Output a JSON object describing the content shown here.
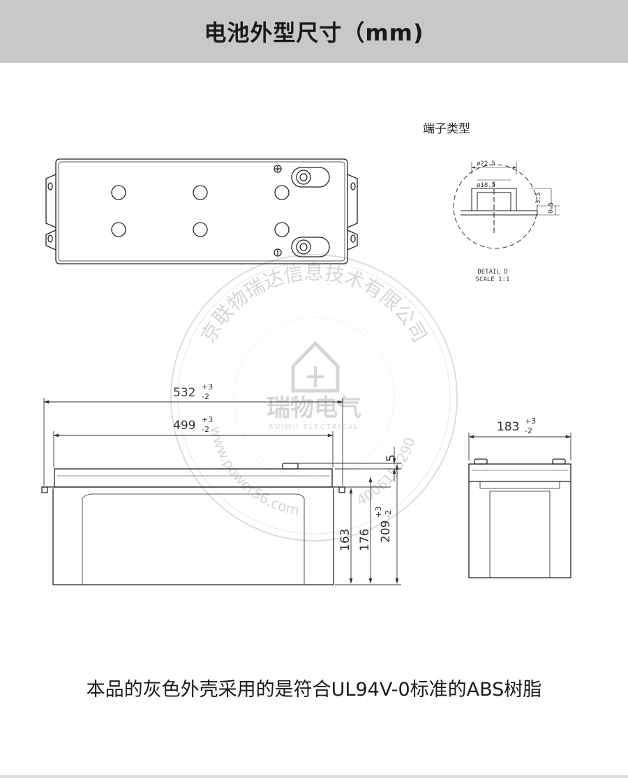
{
  "header": {
    "title": "电池外型尺寸（mm)"
  },
  "terminal": {
    "title": "端子类型",
    "outer_diameter": "ø22.5",
    "inner_diameter": "ø18.5",
    "height": "3.5",
    "small": "0.5",
    "detail_label": "DETAIL D",
    "scale_label": "SCALE 1:1"
  },
  "dimensions": {
    "overall_length": "532",
    "overall_length_tol_plus": "+3",
    "overall_length_tol_minus": "-2",
    "body_length": "499",
    "body_length_tol_plus": "+3",
    "body_length_tol_minus": "-2",
    "width": "183",
    "width_tol_plus": "+3",
    "width_tol_minus": "-2",
    "lid_height": "5",
    "container_height": "163",
    "body_height": "176",
    "total_height": "209",
    "total_height_tol_plus": "+3",
    "total_height_tol_minus": "-2"
  },
  "watermark": {
    "company": "京联物瑞达信息技术有限公司",
    "brand": "瑞物电气",
    "brand_en": "RUIWU ELECTRICAL",
    "site": "www.power56.com",
    "phone": "4006156290"
  },
  "footer": {
    "note": "本品的灰色外壳采用的是符合UL94V-0标准的ABS树脂"
  }
}
